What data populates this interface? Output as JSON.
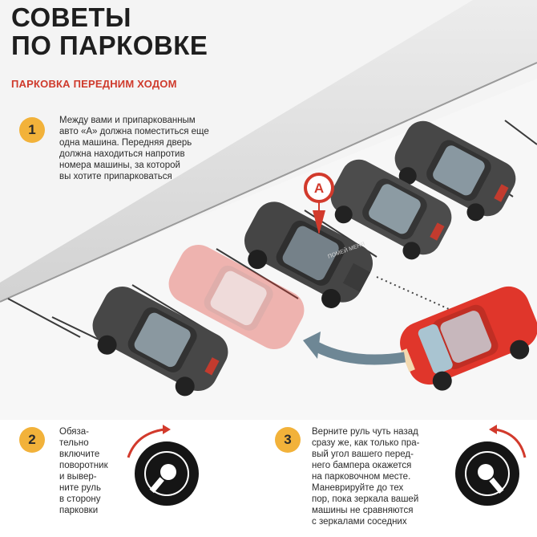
{
  "header": {
    "title_line1": "СОВЕТЫ",
    "title_line2": "ПО ПАРКОВКЕ",
    "subtitle": "ПАРКОВКА ПЕРЕДНИМ ХОДОМ"
  },
  "steps": [
    {
      "number": "1",
      "lines": [
        "Между вами и припаркованным",
        "авто «А» должна поместиться еще",
        "одна машина. Передняя дверь",
        "должна находиться напротив",
        "номера машины, за которой",
        "вы хотите припарковаться"
      ]
    },
    {
      "number": "2",
      "lines": [
        "Обяза-",
        "тельно",
        "включите",
        "поворотник",
        "и вывер-",
        "ните руль",
        "в сторону",
        "парковки"
      ]
    },
    {
      "number": "3",
      "lines": [
        "Верните руль чуть назад",
        "сразу же, как только пра-",
        "вый угол вашего перед-",
        "него бампера окажется",
        "на парковочном месте.",
        "Маневрируйте до тех",
        "пор, пока зеркала вашей",
        "машины не сравняются",
        "с зеркалами соседних"
      ]
    }
  ],
  "scene": {
    "marker_label": "A",
    "plate_text": "ПОМЕЙ МЕНЯ"
  },
  "colors": {
    "accent": "#cf3a2c",
    "badge": "#f2b23a",
    "grey_car": "#4a4a4a",
    "red_car": "#e0362b"
  },
  "icons": [
    "steering-wheel-icon",
    "turn-arrow-icon",
    "location-marker-icon",
    "direction-arrow-icon"
  ]
}
